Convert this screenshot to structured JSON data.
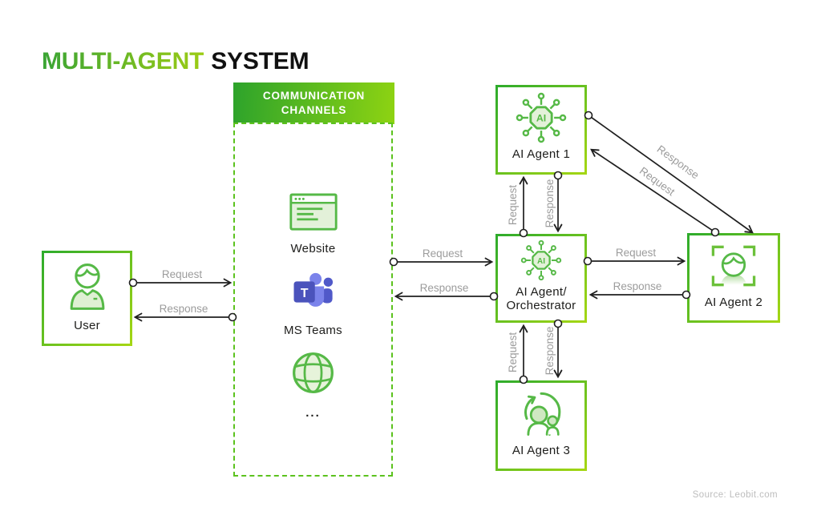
{
  "title": {
    "highlight": "MULTI-AGENT",
    "rest": "SYSTEM"
  },
  "communication_channels": {
    "header": "COMMUNICATION CHANNELS",
    "items": [
      {
        "icon": "browser-icon",
        "label": "Website"
      },
      {
        "icon": "ms-teams-icon",
        "label": "MS Teams"
      },
      {
        "icon": "globe-icon",
        "label": "..."
      }
    ]
  },
  "nodes": {
    "user": {
      "label": "User"
    },
    "agent1": {
      "label": "AI Agent 1"
    },
    "orchestrator": {
      "label_line1": "AI Agent/",
      "label_line2": "Orchestrator"
    },
    "agent2": {
      "label": "AI Agent 2"
    },
    "agent3": {
      "label": "AI Agent 3"
    }
  },
  "icons": {
    "ai_hub_text": "AI",
    "teams_letter": "T"
  },
  "arrows": {
    "user_to_channels": {
      "label": "Request"
    },
    "channels_to_user": {
      "label": "Response"
    },
    "channels_to_orchestrator": {
      "label": "Request"
    },
    "orchestrator_to_channels": {
      "label": "Response"
    },
    "orchestrator_to_agent1": {
      "label": "Request"
    },
    "agent1_to_orchestrator": {
      "label": "Response"
    },
    "orchestrator_to_agent2": {
      "label": "Request"
    },
    "agent2_to_orchestrator": {
      "label": "Response"
    },
    "agent1_to_agent2": {
      "label": "Response"
    },
    "agent2_to_agent1": {
      "label": "Request"
    },
    "agent3_to_orchestrator": {
      "label": "Request"
    },
    "orchestrator_to_agent3": {
      "label": "Response"
    }
  },
  "source": "Source: Leobit.com",
  "colors": {
    "green_dark": "#2da32b",
    "green_light": "#9ccc15",
    "icon_green": "#56b947",
    "icon_fill": "#e3f1d9",
    "dashed_border": "#5bc21d",
    "arrow": "#1f1f1f",
    "arrow_label": "#9c9c9c",
    "teams_dark": "#4b53bc",
    "teams_mid": "#5059c9",
    "teams_light": "#7b83eb"
  }
}
